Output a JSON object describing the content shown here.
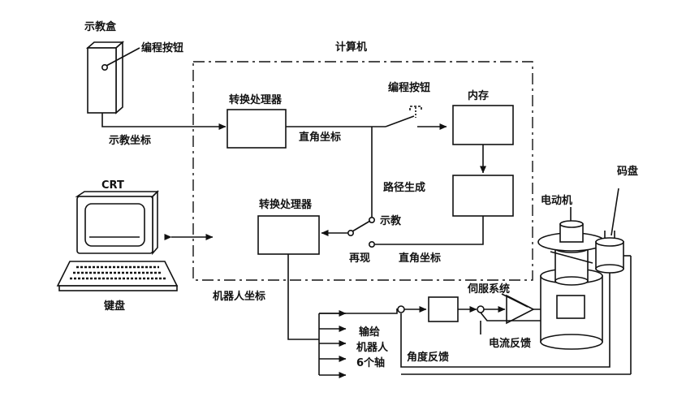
{
  "labels": {
    "teach_box": "示教盒",
    "prog_button_left": "编程按钮",
    "computer": "计算机",
    "converter_top": "转换处理器",
    "prog_button_mid": "编程按钮",
    "memory": "内存",
    "teach_coords": "示教坐标",
    "cartesian_top": "直角坐标",
    "path_gen": "路径生成",
    "crt": "CRT",
    "converter_bottom": "转换处理器",
    "teach_switch": "示教",
    "replay": "再现",
    "cartesian_bottom": "直角坐标",
    "keyboard": "键盘",
    "robot_coords": "机器人坐标",
    "encoder": "码盘",
    "motor": "电动机",
    "servo": "伺服系统",
    "output_line1": "输给",
    "output_line2": "机器人",
    "output_line3": "6个轴",
    "current_fb": "电流反馈",
    "angle_fb": "角度反馈"
  }
}
